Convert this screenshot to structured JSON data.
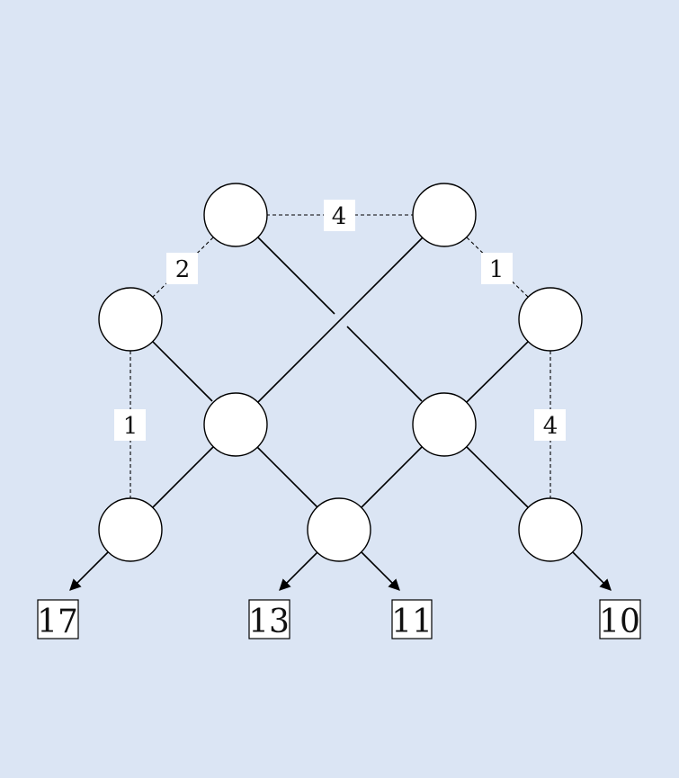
{
  "diagram": {
    "dashed_labels": [
      "4",
      "2",
      "1",
      "1",
      "4"
    ],
    "outputs": [
      "17",
      "13",
      "11",
      "10"
    ]
  }
}
